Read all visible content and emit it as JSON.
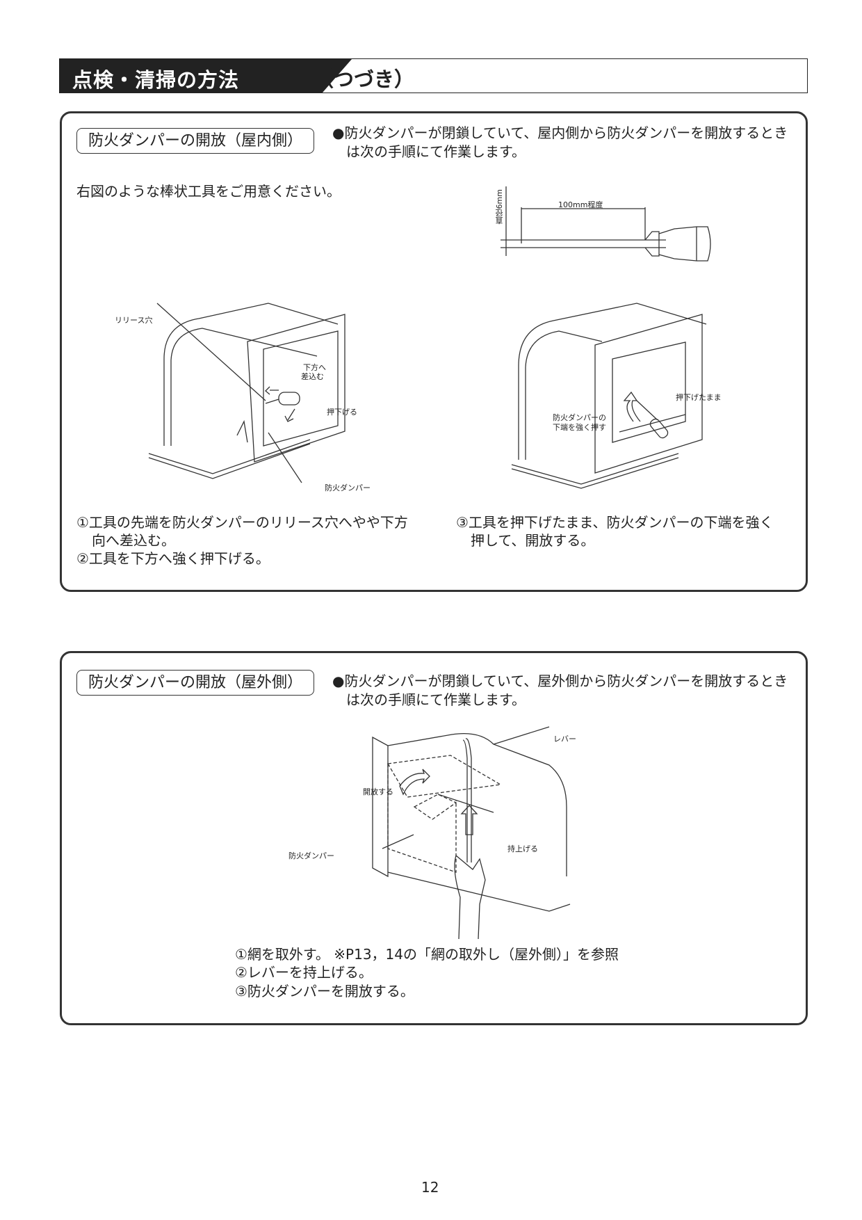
{
  "header": {
    "title": "点検・清掃の方法",
    "continued": "（つづき）"
  },
  "section1": {
    "label": "防火ダンパーの開放（屋内側）",
    "intro": [
      "●防火ダンパーが閉鎖していて、屋内側から防火ダンパーを開放するとき",
      "は次の手順にて作業します。"
    ],
    "tool_note": "右図のような棒状工具をご用意ください。",
    "tool_diagram": {
      "diameter": "直径6mm",
      "length": "100mm程度"
    },
    "fig1": {
      "release_hole": "リリース穴",
      "insert": [
        "下方へ",
        "差込む"
      ],
      "push_down": "押下げる",
      "damper": "防火ダンパー"
    },
    "fig2": {
      "keep_down": "押下げたまま",
      "push_bottom": [
        "防火ダンパーの",
        "下端を強く押す"
      ]
    },
    "steps_left": [
      "①工具の先端を防火ダンパーのリリース穴へやや下方",
      "向へ差込む。",
      "②工具を下方へ強く押下げる。"
    ],
    "steps_right": [
      "③工具を押下げたまま、防火ダンパーの下端を強く",
      "押して、開放する。"
    ]
  },
  "section2": {
    "label": "防火ダンパーの開放（屋外側）",
    "intro": [
      "●防火ダンパーが閉鎖していて、屋外側から防火ダンパーを開放するとき",
      "は次の手順にて作業します。"
    ],
    "fig": {
      "lever": "レバー",
      "open": "開放する",
      "damper": "防火ダンパー",
      "lift": "持上げる"
    },
    "steps": [
      "①網を取外す。 ※P13，14の「網の取外し（屋外側）」を参照",
      "②レバーを持上げる。",
      "③防火ダンパーを開放する。"
    ]
  },
  "page_number": "12"
}
